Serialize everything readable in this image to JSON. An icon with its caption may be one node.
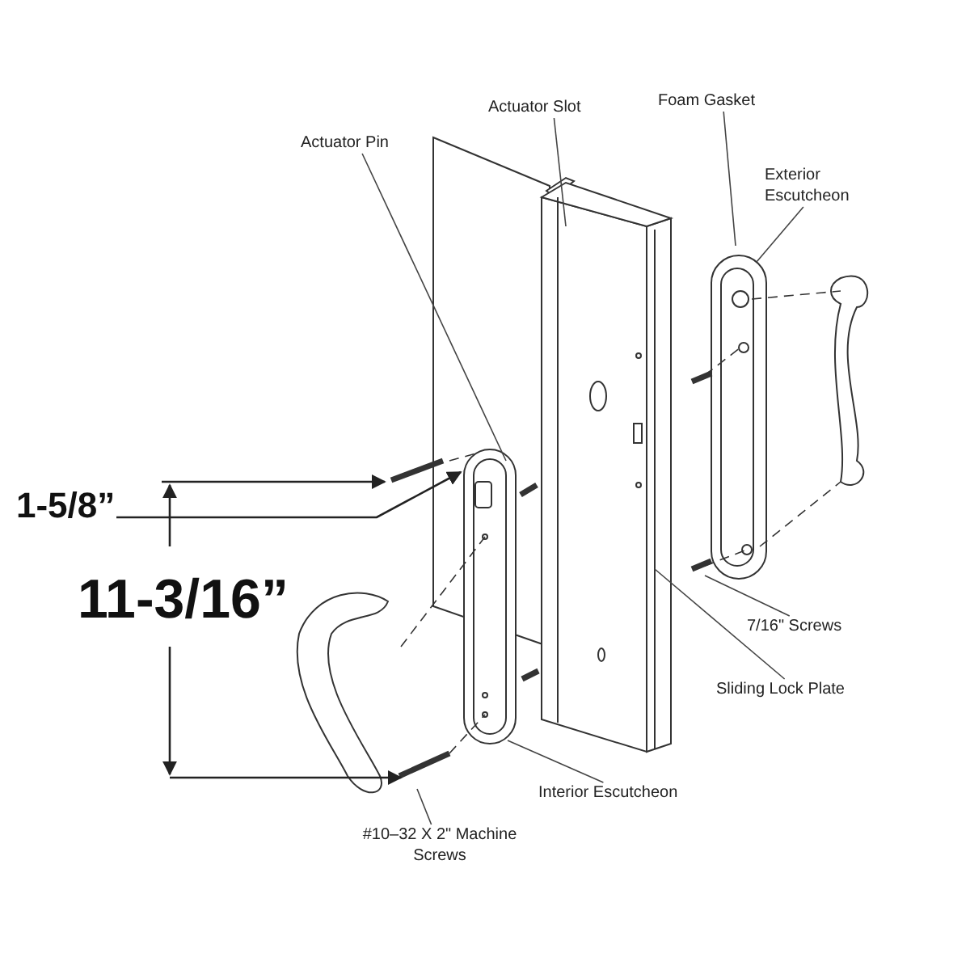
{
  "diagram": {
    "nodes": [
      {
        "text": [
          "Actuator Pin"
        ]
      },
      {
        "text": [
          "Actuator Slot"
        ]
      },
      {
        "text": [
          "Foam Gasket"
        ]
      },
      {
        "text": [
          "Exterior Escutcheon"
        ]
      },
      {
        "text": [
          "7/16\" Screws"
        ]
      },
      {
        "text": [
          "Sliding Lock Plate"
        ]
      },
      {
        "text": [
          "Interior Escutcheon"
        ]
      },
      {
        "text": [
          "#10–32 X 2\" Machine Screws"
        ]
      }
    ],
    "edges": [
      {
        "from": 0,
        "to": null,
        "arrow": "none"
      },
      {
        "from": 1,
        "to": null,
        "arrow": "none"
      },
      {
        "from": 2,
        "to": null,
        "arrow": "none"
      },
      {
        "from": 3,
        "to": null,
        "arrow": "none"
      },
      {
        "from": 4,
        "to": null,
        "arrow": "none"
      },
      {
        "from": 5,
        "to": null,
        "arrow": "none"
      },
      {
        "from": 6,
        "to": null,
        "arrow": "none"
      },
      {
        "from": 7,
        "to": null,
        "arrow": "none"
      }
    ],
    "labels": [
      "1-5/8”",
      "11-3/16”"
    ]
  }
}
